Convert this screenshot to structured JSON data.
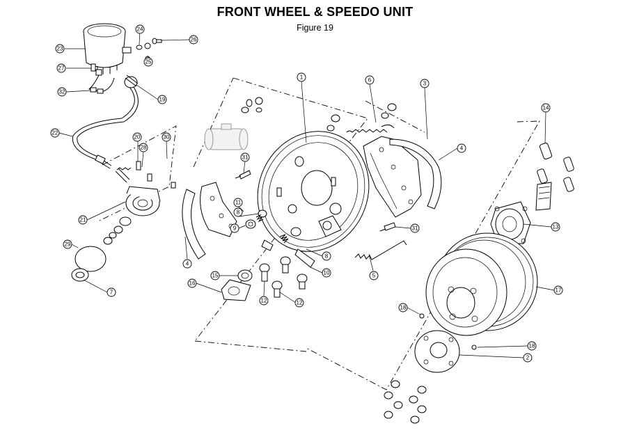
{
  "title": "FRONT WHEEL &  SPEEDO UNIT",
  "figure": "Figure 19",
  "callouts": [
    "1",
    "2",
    "3",
    "4",
    "4",
    "5",
    "6",
    "7",
    "8",
    "8",
    "9",
    "10",
    "11",
    "12",
    "12",
    "13",
    "14",
    "15",
    "16",
    "17",
    "18",
    "18",
    "19",
    "20",
    "21",
    "22",
    "23",
    "24",
    "25",
    "26",
    "27",
    "28",
    "29",
    "30",
    "31",
    "31",
    "32"
  ]
}
